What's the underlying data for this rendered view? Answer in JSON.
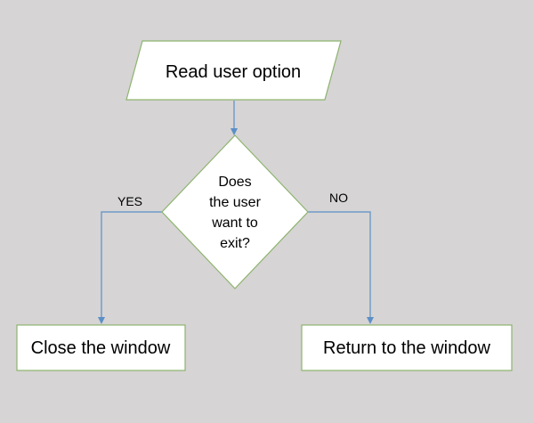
{
  "diagram": {
    "colors": {
      "background": "#d6d4d4",
      "node_fill": "#ffffff",
      "node_border": "#8db36e",
      "connector": "#5b8fc7",
      "text": "#000000"
    },
    "nodes": {
      "input": {
        "shape": "parallelogram",
        "label": "Read user option"
      },
      "decision": {
        "shape": "diamond",
        "lines": [
          "Does",
          "the user",
          "want to",
          "exit?"
        ]
      },
      "close": {
        "shape": "rectangle",
        "label": "Close the window"
      },
      "return": {
        "shape": "rectangle",
        "label": "Return to the window"
      }
    },
    "edges": {
      "input_to_decision": {
        "from": "input",
        "to": "decision",
        "label": ""
      },
      "yes": {
        "from": "decision",
        "to": "close",
        "label": "YES"
      },
      "no": {
        "from": "decision",
        "to": "return",
        "label": "NO"
      }
    }
  }
}
